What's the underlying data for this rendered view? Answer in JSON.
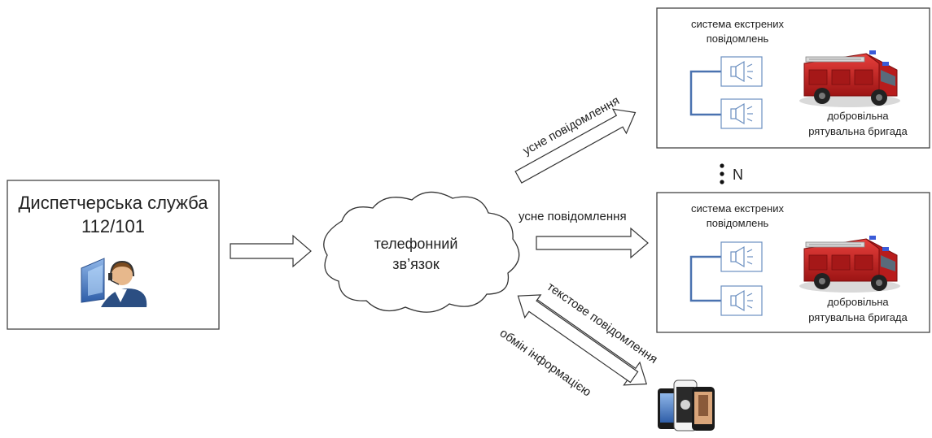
{
  "dispatcher": {
    "title": "Диспетчерська служба",
    "number": "112/101",
    "icon": "operator-headset-icon"
  },
  "cloud": {
    "line1": "телефонний",
    "line2": "зв’язок"
  },
  "arrow_labels": {
    "voice_top": "усне повідомлення",
    "voice_middle": "усне повідомлення",
    "text_message": "текстове повідомлення",
    "info_exchange": "обмін інформацією"
  },
  "station_top": {
    "system_line1": "система екстрених",
    "system_line2": "повідомлень",
    "brigade_line1": "добровільна",
    "brigade_line2": "рятувальна бригада"
  },
  "station_bottom": {
    "system_line1": "система екстрених",
    "system_line2": "повідомлень",
    "brigade_line1": "добровільна",
    "brigade_line2": "рятувальна бригада"
  },
  "ellipsis_label": "N",
  "icons": {
    "speaker": "speaker-icon",
    "fire_truck": "fire-truck-icon",
    "phones": "smartphones-icon"
  },
  "colors": {
    "wire": "#4a72b0",
    "truck_red": "#c8282a",
    "box_border": "#555555"
  }
}
